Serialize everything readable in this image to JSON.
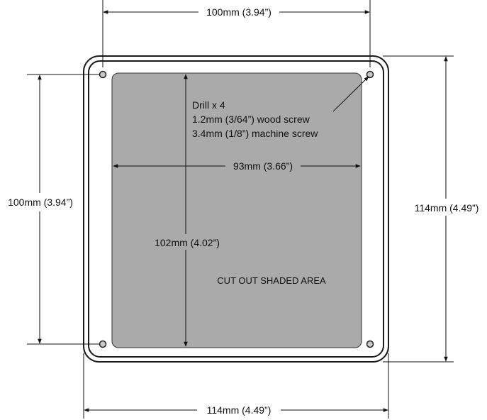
{
  "colors": {
    "background": "#ffffff",
    "plate_stroke": "#1a1a1a",
    "cutout_fill": "#aaaaaa",
    "cutout_stroke": "#333333",
    "hole_fill": "#c8c8c8",
    "dimension_line": "#111111"
  },
  "dimensions": {
    "top_width": "100mm (3.94”)",
    "left_height": "100mm (3.94”)",
    "right_height": "114mm (4.49”)",
    "bottom_width": "114mm (4.49”)",
    "cutout_width": "93mm (3.66”)",
    "cutout_height": "102mm (4.02”)"
  },
  "drill_note": {
    "line1": "Drill x 4",
    "line2": "1.2mm (3/64”) wood screw",
    "line3": "3.4mm (1/8”) machine screw"
  },
  "cutout_label": "CUT OUT SHADED AREA",
  "holes_count": 4
}
